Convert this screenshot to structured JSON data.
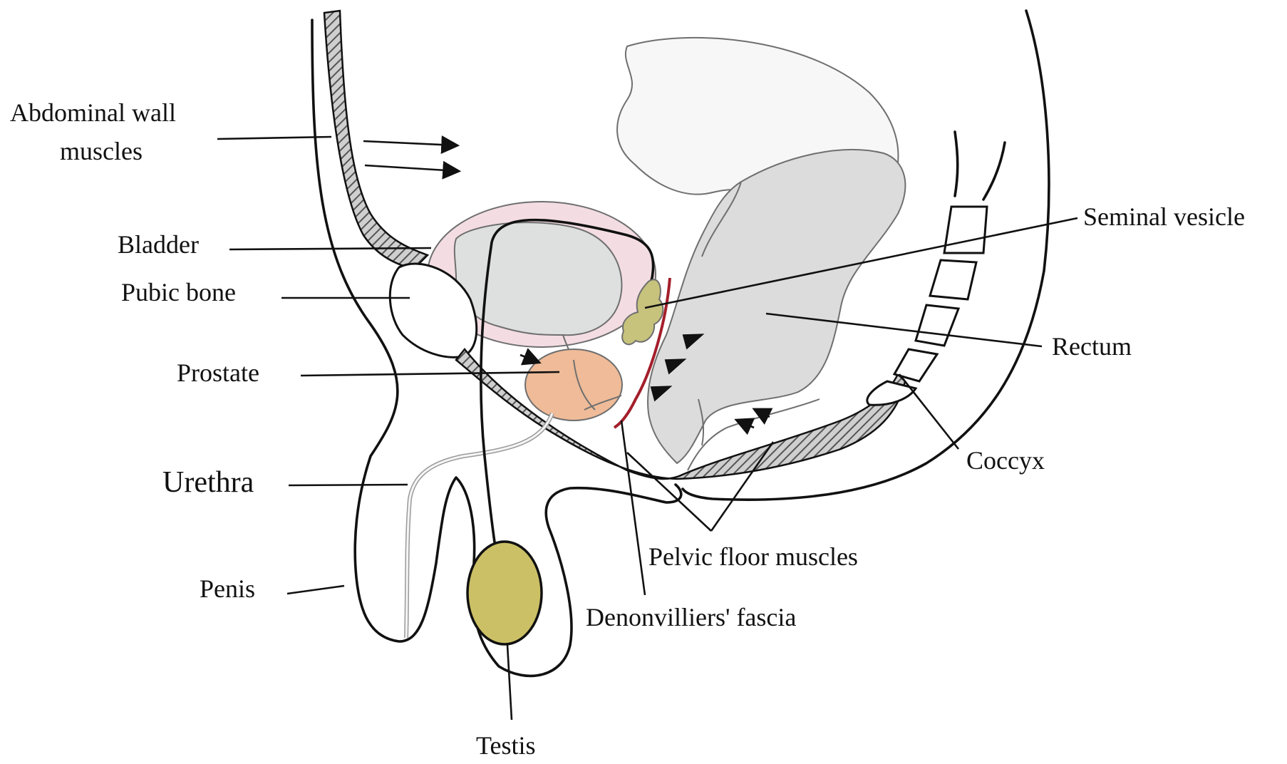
{
  "labels": {
    "abdominal_wall_1": "Abdominal wall",
    "abdominal_wall_2": "muscles",
    "bladder": "Bladder",
    "pubic_bone": "Pubic bone",
    "prostate": "Prostate",
    "urethra": "Urethra",
    "penis": "Penis",
    "testis": "Testis",
    "seminal_vesicle": "Seminal vesicle",
    "rectum": "Rectum",
    "coccyx": "Coccyx",
    "pelvic_floor": "Pelvic floor muscles",
    "denonvilliers": "Denonvilliers' fascia"
  },
  "colors": {
    "bladder_wall": "#f3dde3",
    "bladder_lumen": "#dedfdf",
    "prostate": "#efbb98",
    "seminal_vesicle": "#c7c27c",
    "testis": "#cbc066",
    "rectum": "#dcdcdc",
    "fascia": "#a31f2b",
    "muscle_hatch": "#8a8a8a"
  }
}
